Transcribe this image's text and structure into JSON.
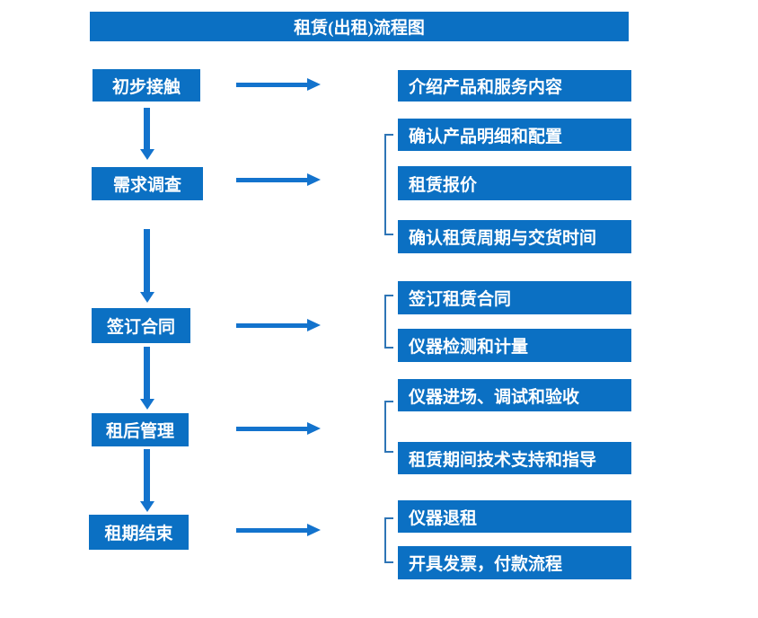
{
  "title": "租赁(出租)流程图",
  "colors": {
    "box": "#0b70c3",
    "arrow": "#1373cd",
    "bracket": "#2e75b6",
    "background": "#ffffff",
    "text": "#ffffff"
  },
  "steps": [
    {
      "label": "初步接触",
      "details": [
        "介绍产品和服务内容"
      ]
    },
    {
      "label": "需求调查",
      "details": [
        "确认产品明细和配置",
        "租赁报价",
        "确认租赁周期与交货时间"
      ]
    },
    {
      "label": "签订合同",
      "details": [
        "签订租赁合同",
        "仪器检测和计量"
      ]
    },
    {
      "label": "租后管理",
      "details": [
        "仪器进场、调试和验收",
        "租赁期间技术支持和指导"
      ]
    },
    {
      "label": "租期结束",
      "details": [
        "仪器退租",
        "开具发票，付款流程"
      ]
    }
  ]
}
